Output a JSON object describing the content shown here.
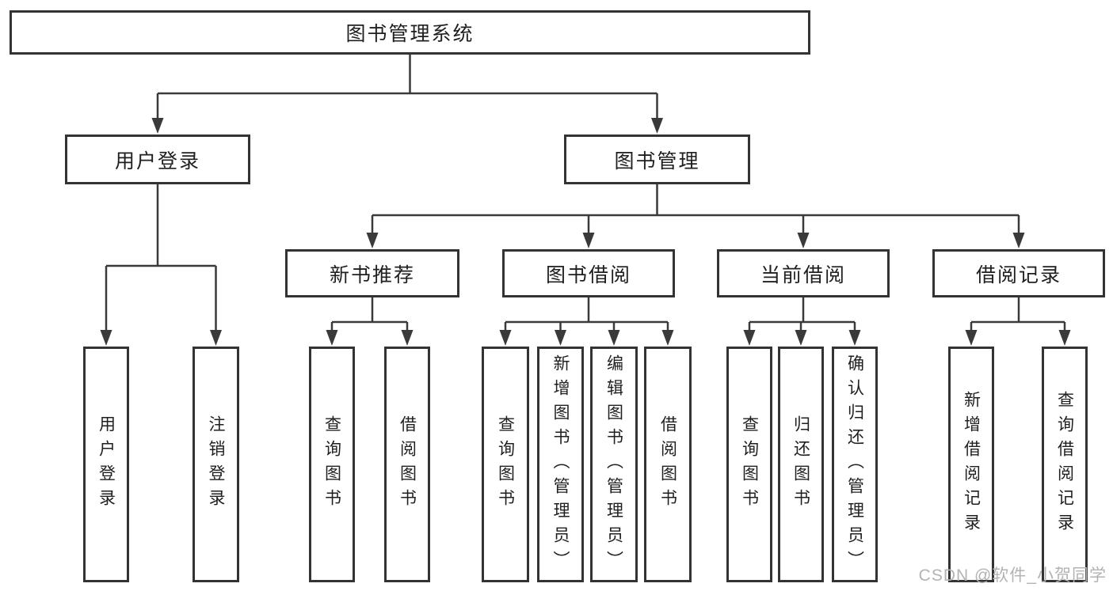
{
  "colors": {
    "border": "#333333",
    "line": "#3a3a3a",
    "text": "#1f1f1f",
    "watermark": "#b3b3b3",
    "background": "#ffffff"
  },
  "watermark": "CSDN @软件_小贺同学",
  "nodes": {
    "root": "图书管理系统",
    "user_login": "用户登录",
    "book_mgmt": "图书管理",
    "new_book_rec": "新书推荐",
    "book_borrow": "图书借阅",
    "current_borrow": "当前借阅",
    "borrow_records": "借阅记录",
    "leaf_user_login": "用户登录",
    "leaf_logout": "注销登录",
    "leaf_query_books_1": "查询图书",
    "leaf_borrow_books_1": "借阅图书",
    "leaf_query_books_2": "查询图书",
    "leaf_add_book_admin": "新增图书（管理员）",
    "leaf_edit_book_admin": "编辑图书（管理员）",
    "leaf_borrow_books_2": "借阅图书",
    "leaf_query_books_3": "查询图书",
    "leaf_return_book": "归还图书",
    "leaf_confirm_return_admin": "确认归还（管理员）",
    "leaf_add_borrow_record": "新增借阅记录",
    "leaf_query_borrow_record": "查询借阅记录"
  },
  "edges": [
    {
      "from": "root",
      "to": "user_login"
    },
    {
      "from": "root",
      "to": "book_mgmt"
    },
    {
      "from": "user_login",
      "to": "leaf_user_login"
    },
    {
      "from": "user_login",
      "to": "leaf_logout"
    },
    {
      "from": "book_mgmt",
      "to": "new_book_rec"
    },
    {
      "from": "book_mgmt",
      "to": "book_borrow"
    },
    {
      "from": "book_mgmt",
      "to": "current_borrow"
    },
    {
      "from": "book_mgmt",
      "to": "borrow_records"
    },
    {
      "from": "new_book_rec",
      "to": "leaf_query_books_1"
    },
    {
      "from": "new_book_rec",
      "to": "leaf_borrow_books_1"
    },
    {
      "from": "book_borrow",
      "to": "leaf_query_books_2"
    },
    {
      "from": "book_borrow",
      "to": "leaf_add_book_admin"
    },
    {
      "from": "book_borrow",
      "to": "leaf_edit_book_admin"
    },
    {
      "from": "book_borrow",
      "to": "leaf_borrow_books_2"
    },
    {
      "from": "current_borrow",
      "to": "leaf_query_books_3"
    },
    {
      "from": "current_borrow",
      "to": "leaf_return_book"
    },
    {
      "from": "current_borrow",
      "to": "leaf_confirm_return_admin"
    },
    {
      "from": "borrow_records",
      "to": "leaf_add_borrow_record"
    },
    {
      "from": "borrow_records",
      "to": "leaf_query_borrow_record"
    }
  ]
}
